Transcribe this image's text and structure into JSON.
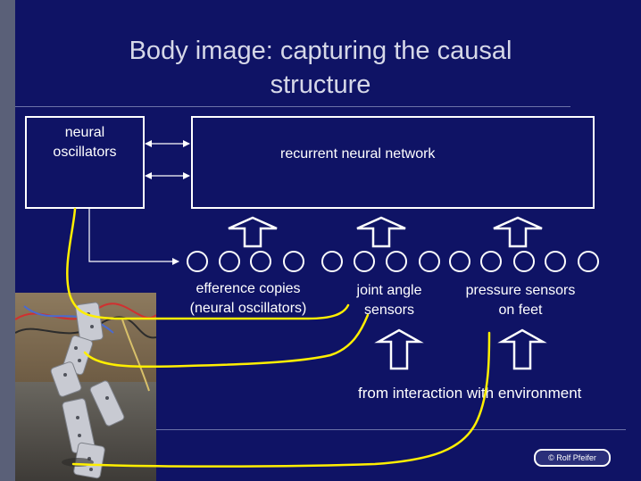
{
  "title": {
    "line1": "Body image: capturing the causal",
    "line2": "structure"
  },
  "blocks": {
    "oscillators": {
      "line1": "neural",
      "line2": "oscillators"
    },
    "network": "recurrent neural network"
  },
  "groups": {
    "efference": {
      "line1": "efference copies",
      "line2": "(neural oscillators)"
    },
    "joint": {
      "line1": "joint angle",
      "line2": "sensors"
    },
    "pressure": {
      "line1": "pressure sensors",
      "line2": "on feet"
    }
  },
  "environment_label": "from interaction with environment",
  "credit": "© Rolf Pfeifer",
  "photo": {
    "subject": "quadruped-robot-leg"
  },
  "colors": {
    "slide_bg": "#0f1365",
    "border": "#5a6078",
    "wire": "#ffef00",
    "line": "#ffffff"
  }
}
